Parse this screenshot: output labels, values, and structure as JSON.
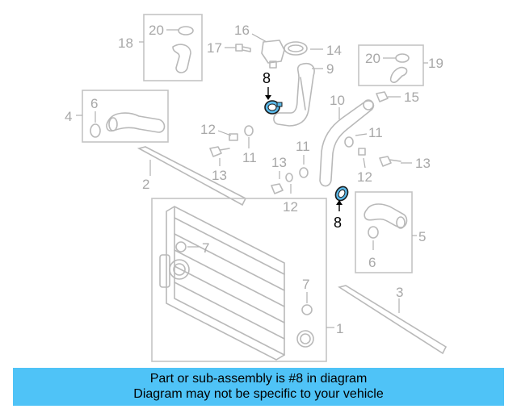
{
  "diagram": {
    "callouts": {
      "c1": "1",
      "c2": "2",
      "c3": "3",
      "c4": "4",
      "c5": "5",
      "c6a": "6",
      "c6b": "6",
      "c7a": "7",
      "c7b": "7",
      "c8a": "8",
      "c8b": "8",
      "c9": "9",
      "c10": "10",
      "c11a": "11",
      "c11b": "11",
      "c11c": "11",
      "c12a": "12",
      "c12b": "12",
      "c12c": "12",
      "c13a": "13",
      "c13b": "13",
      "c13c": "13",
      "c14": "14",
      "c15": "15",
      "c16": "16",
      "c17": "17",
      "c18": "18",
      "c19": "19",
      "c20a": "20",
      "c20b": "20"
    },
    "highlight_color": "#5ab8e8",
    "part_color": "#b9b9b9"
  },
  "banner": {
    "line1": "Part or sub-assembly is #8 in diagram",
    "line2": "Diagram may not be specific to your vehicle",
    "background": "#4fc3f7"
  }
}
